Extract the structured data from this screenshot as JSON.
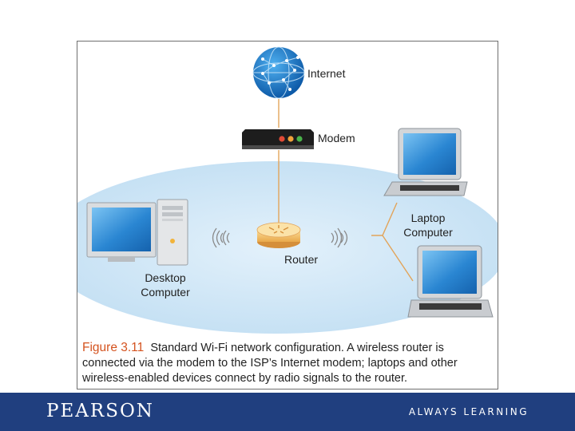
{
  "diagram": {
    "labels": {
      "internet": "Internet",
      "modem": "Modem",
      "router": "Router",
      "laptop_line1": "Laptop",
      "laptop_line2": "Computer",
      "desktop_line1": "Desktop",
      "desktop_line2": "Computer"
    },
    "colors": {
      "wireless_zone": "#cfe6f6",
      "connector": "#e2a45a",
      "router": "#f2c06a",
      "globe": "#1a73c9",
      "screen": "#2a86d2"
    },
    "icons": [
      "globe-icon",
      "modem-icon",
      "router-icon",
      "laptop-icon",
      "desktop-icon",
      "radio-waves-icon"
    ]
  },
  "caption": {
    "figure_number": "Figure 3.11",
    "text": "Standard Wi-Fi network configuration. A wireless router is connected via the modem to the ISP’s Internet modem; laptops and other wireless-enabled devices connect by radio signals to the router."
  },
  "footer": {
    "brand": "PEARSON",
    "tagline": "ALWAYS LEARNING",
    "color": "#203f7f"
  }
}
